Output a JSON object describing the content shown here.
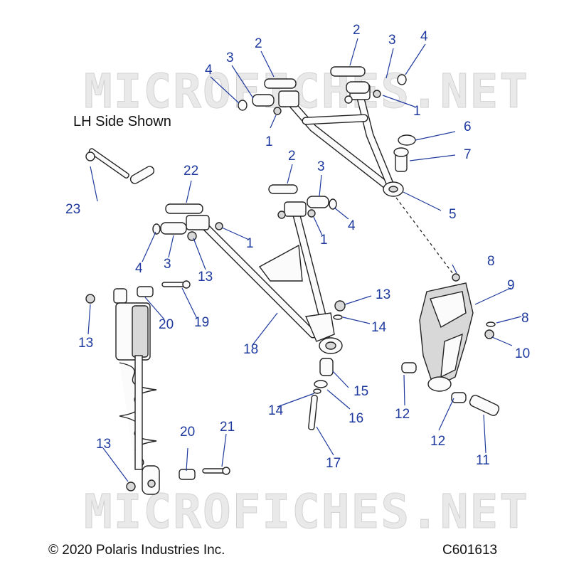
{
  "note": "LH Side Shown",
  "copyright": "© 2020 Polaris Industries Inc.",
  "figure_code": "C601613",
  "watermark": "MICROFICHES.NET",
  "callouts": [
    "2",
    "2",
    "3",
    "4",
    "3",
    "4",
    "1",
    "1",
    "6",
    "7",
    "5",
    "22",
    "2",
    "3",
    "23",
    "4",
    "1",
    "1",
    "4",
    "3",
    "13",
    "8",
    "9",
    "13",
    "8",
    "20",
    "19",
    "14",
    "10",
    "13",
    "18",
    "15",
    "14",
    "16",
    "12",
    "12",
    "11",
    "13",
    "20",
    "21",
    "17"
  ]
}
